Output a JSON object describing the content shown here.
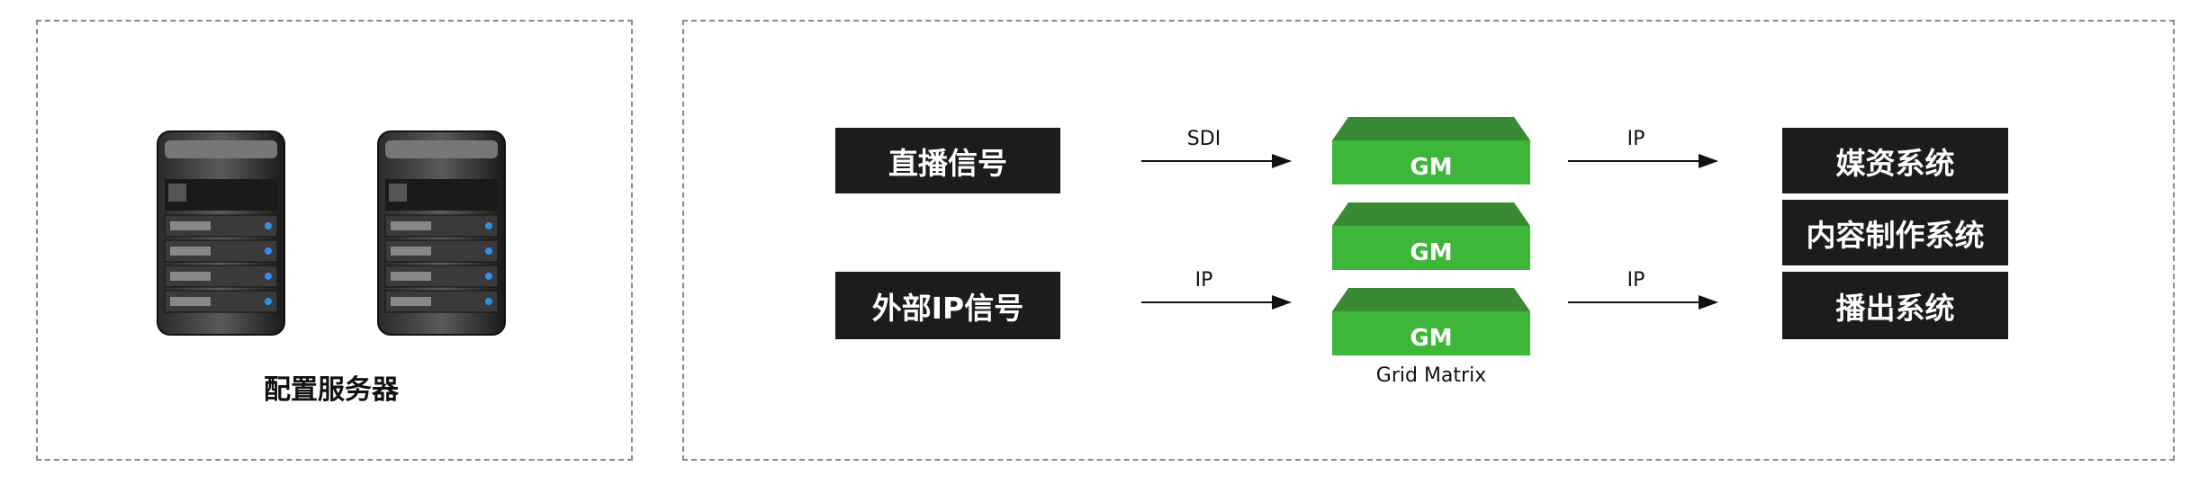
{
  "config_panel": {
    "label": "配置服务器",
    "servers": [
      "server-1",
      "server-2"
    ]
  },
  "sources": [
    {
      "label": "直播信号"
    },
    {
      "label": "外部IP信号"
    }
  ],
  "inbound_arrows": [
    {
      "label": "SDI"
    },
    {
      "label": "IP"
    }
  ],
  "grid_matrix": {
    "nodes": [
      {
        "label": "GM"
      },
      {
        "label": "GM"
      },
      {
        "label": "GM"
      }
    ],
    "caption": "Grid Matrix",
    "colors": {
      "top": "#3a8a35",
      "front": "#3db63a"
    }
  },
  "outbound_arrows": [
    {
      "label": "IP"
    },
    {
      "label": "IP"
    }
  ],
  "destinations": [
    {
      "label": "媒资系统"
    },
    {
      "label": "内容制作系统"
    },
    {
      "label": "播出系统"
    }
  ],
  "colors": {
    "box_bg": "#1e1b1b",
    "dash_border": "#8a8a8a",
    "led": "#2f8fe8"
  }
}
